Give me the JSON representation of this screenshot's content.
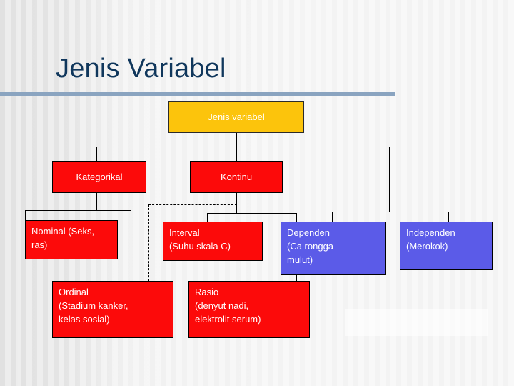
{
  "slide": {
    "title": "Jenis Variabel",
    "accent_rule_color": "#8aa4c0",
    "title_color": "#10375c",
    "background_color": "#f2f2f2"
  },
  "colors": {
    "root_fill": "#fcc40c",
    "categorical_fill": "#fc0a0a",
    "relational_fill": "#5b5be8",
    "box_text": "#ffffff",
    "connector": "#000000"
  },
  "diagram": {
    "type": "hierarchy-tree",
    "root": {
      "id": "jenis-variabel",
      "label": "Jenis variabel",
      "style": "gold"
    },
    "level2": [
      {
        "id": "kategorikal",
        "label": "Kategorikal",
        "style": "red"
      },
      {
        "id": "kontinu",
        "label": "Kontinu",
        "style": "red"
      }
    ],
    "level3": [
      {
        "id": "nominal",
        "label": "Nominal (Seks,\nras)",
        "style": "red"
      },
      {
        "id": "interval",
        "label": "Interval\n(Suhu skala C)",
        "style": "red"
      },
      {
        "id": "dependen",
        "label": "Dependen\n(Ca rongga\nmulut)",
        "style": "blue"
      },
      {
        "id": "independen",
        "label": "Independen\n(Merokok)",
        "style": "blue"
      }
    ],
    "level4": [
      {
        "id": "ordinal",
        "label": "Ordinal\n(Stadium kanker,\nkelas sosial)",
        "style": "red"
      },
      {
        "id": "rasio",
        "label": "Rasio\n(denyut nadi,\nelektrolit serum)",
        "style": "red"
      }
    ]
  }
}
